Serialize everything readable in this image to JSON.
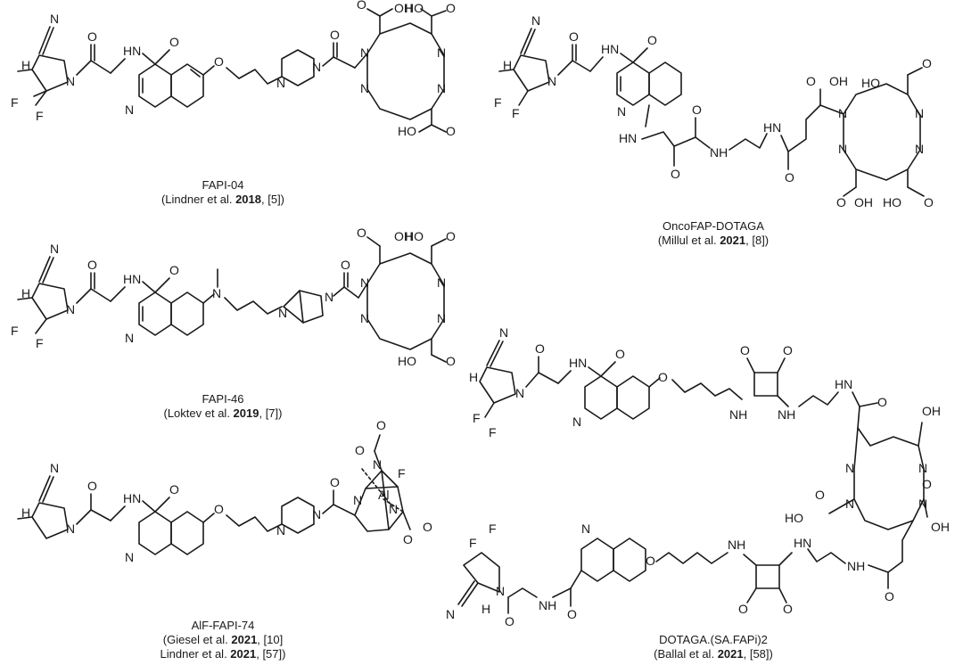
{
  "atoms": {
    "N": "N",
    "O": "O",
    "F": "F",
    "H": "H",
    "HN": "HN",
    "NH": "NH",
    "OH": "OH",
    "HO": "HO",
    "Al": "Al"
  },
  "compounds": [
    {
      "id": "fapi04",
      "name": "FAPI-04",
      "ref_pre": "(Lindner et al. ",
      "ref_year": "2018",
      "ref_post": ", [5])"
    },
    {
      "id": "oncofap",
      "name": "OncoFAP-DOTAGA",
      "ref_pre": "(Millul et al. ",
      "ref_year": "2021",
      "ref_post": ", [8])"
    },
    {
      "id": "fapi46",
      "name": "FAPI-46",
      "ref_pre": "(Loktev et al. ",
      "ref_year": "2019",
      "ref_post": ", [7])"
    },
    {
      "id": "dotaga",
      "name": "DOTAGA.(SA.FAPi)2",
      "ref_pre": "(Ballal et al. ",
      "ref_year": "2021",
      "ref_post": ", [58])"
    },
    {
      "id": "alf74",
      "name": "AlF-FAPI-74",
      "ref_pre": "(Giesel et al. ",
      "ref_year": "2021",
      "ref_post": ", [10]",
      "ref2_pre": "Lindner et al. ",
      "ref2_year": "2021",
      "ref2_post": ", [57])"
    }
  ]
}
